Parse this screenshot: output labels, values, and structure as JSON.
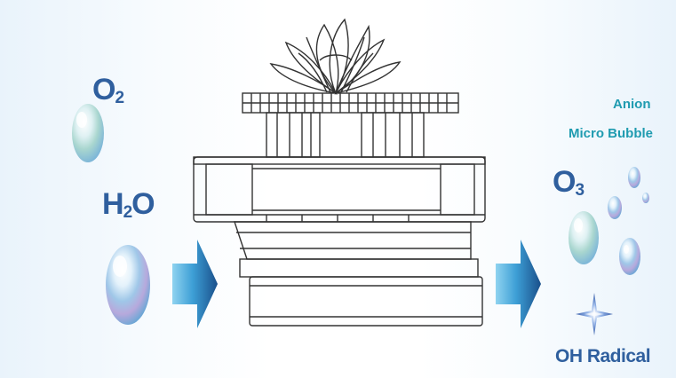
{
  "inputs": {
    "oxygen": {
      "symbol": "O",
      "subscript": "2"
    },
    "water": {
      "symbol_h": "H",
      "subscript": "2",
      "symbol_o": "O"
    }
  },
  "outputs": {
    "anion": "Anion",
    "micro_bubble": "Micro Bubble",
    "ozone": {
      "symbol": "O",
      "subscript": "3"
    },
    "radical": "OH Radical"
  },
  "colors": {
    "formula_blue": "#2f5f9e",
    "label_cyan": "#1f9bb0",
    "arrow_light": "#63c3e8",
    "arrow_dark": "#1a4f8a",
    "line_drawing": "#333333"
  }
}
